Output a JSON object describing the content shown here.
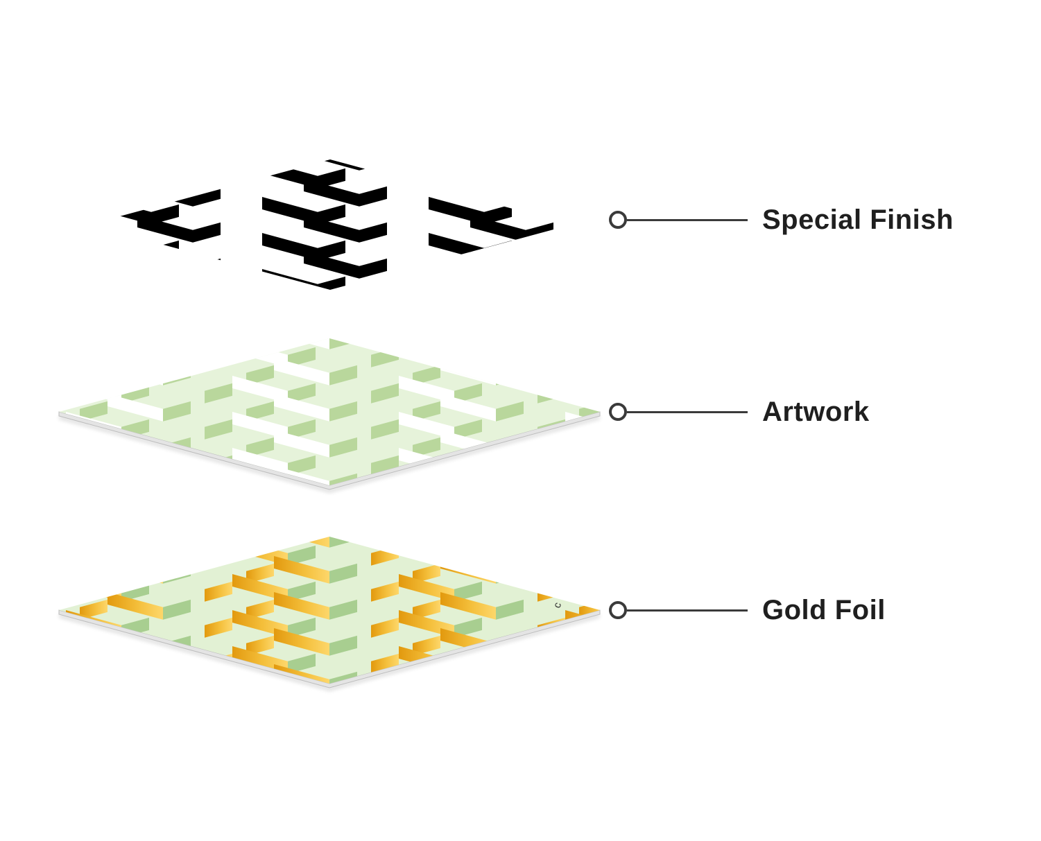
{
  "background": "#ffffff",
  "connector": {
    "dot_color": "#3a3a3a",
    "line_color": "#3a3a3a"
  },
  "layers": [
    {
      "id": "special-finish",
      "label": "Special Finish",
      "colors": {
        "ink": "#000000"
      }
    },
    {
      "id": "artwork",
      "label": "Artwork",
      "colors": {
        "sheet": "#e6f3da",
        "highlight": "#ffffff",
        "block": "#b9d79c",
        "edge": "#e4e4e4",
        "edge_line": "#bdbdbd"
      }
    },
    {
      "id": "gold-foil",
      "label": "Gold Foil",
      "corner_mark": "c",
      "colors": {
        "sheet": "#e2f1d4",
        "block": "#a8ce90",
        "foil_from": "#e2990e",
        "foil_mid": "#f4bf3b",
        "foil_to": "#fdd76b",
        "edge": "#e4e4e4",
        "edge_line": "#bdbdbd"
      }
    }
  ]
}
